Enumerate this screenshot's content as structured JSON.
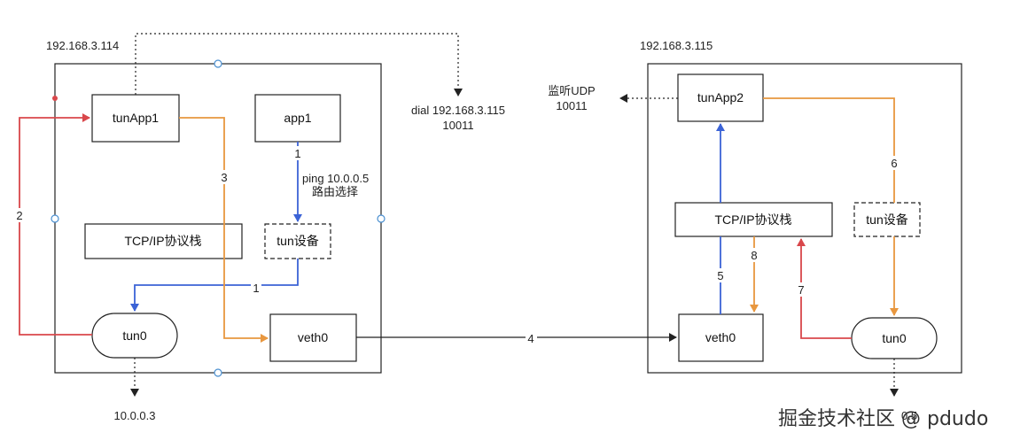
{
  "host_left": {
    "ip": "192.168.3.114",
    "tun_app": "tunApp1",
    "app": "app1",
    "stack": "TCP/IP协议栈",
    "tun_device": "tun设备",
    "tun_iface": "tun0",
    "veth": "veth0",
    "tun_ip": "10.0.0.3",
    "ping_note": [
      "ping 10.0.0.5",
      "路由选择"
    ]
  },
  "host_right": {
    "ip": "192.168.3.115",
    "tun_app": "tunApp2",
    "stack": "TCP/IP协议栈",
    "tun_device": "tun设备",
    "tun_iface": "tun0",
    "veth": "veth0",
    "tun_ip_partial": "0.5",
    "listen_note": [
      "监听UDP",
      "10011"
    ]
  },
  "dial_note": [
    "dial 192.168.3.115",
    "10011"
  ],
  "steps": {
    "s1a": "1",
    "s1b": "1",
    "s2": "2",
    "s3": "3",
    "s4": "4",
    "s5": "5",
    "s6": "6",
    "s7": "7",
    "s8": "8"
  },
  "colors": {
    "red": "#d9474b",
    "blue": "#3b63d6",
    "orange": "#e8973f",
    "black": "#222222",
    "handle": "#4a8fd0"
  },
  "watermark": "掘金技术社区 @ pdudo"
}
